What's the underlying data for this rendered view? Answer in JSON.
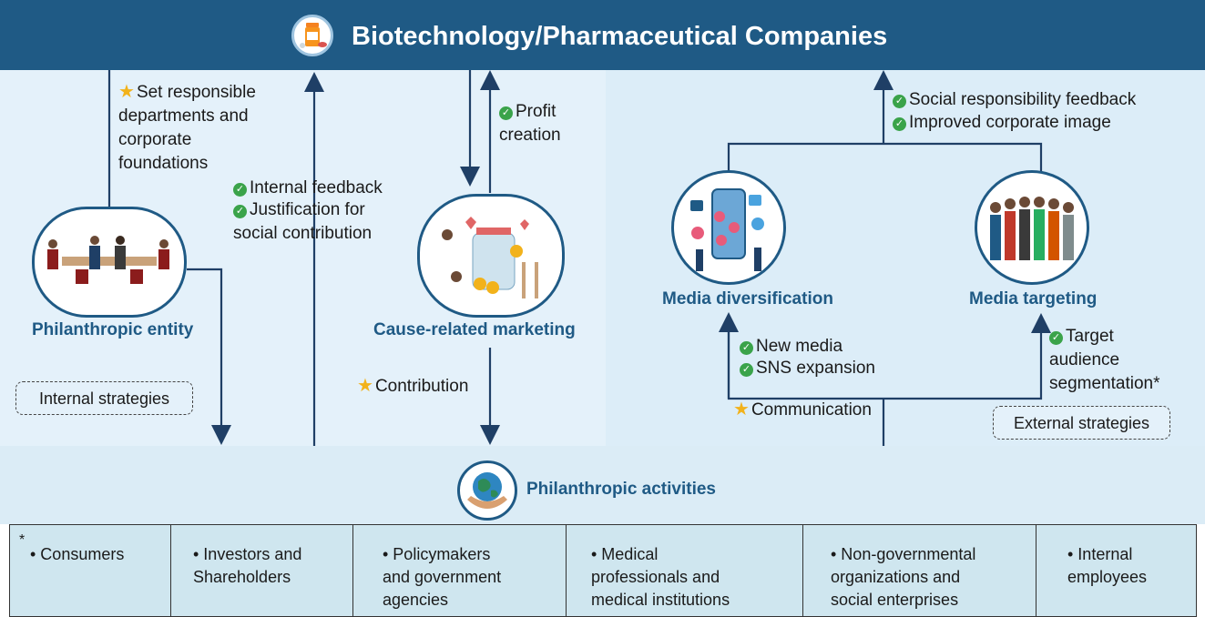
{
  "header": {
    "title": "Biotechnology/Pharmaceutical Companies"
  },
  "left": {
    "set_text": "Set responsible\ndepartments and\ncorporate\nfoundations",
    "internal_feedback": "Internal feedback",
    "justification": "Justification for\nsocial contribution",
    "profit": "Profit\ncreation",
    "philanthropic_entity": "Philanthropic entity",
    "cause_marketing": "Cause-related marketing",
    "contribution": "Contribution",
    "internal_strategies": "Internal strategies"
  },
  "right": {
    "social_feedback": "Social responsibility feedback",
    "corporate_image": "Improved corporate image",
    "media_diversification": "Media diversification",
    "media_targeting": "Media targeting",
    "new_media": "New media",
    "sns": "SNS expansion",
    "target_audience": "Target\naudience\nsegmentation*",
    "communication": "Communication",
    "external_strategies": "External strategies"
  },
  "activities": {
    "title": "Philanthropic activities"
  },
  "stakeholders": {
    "asterisk": "*",
    "items": [
      "• Consumers",
      "• Investors and\nShareholders",
      "• Policymakers\nand government\nagencies",
      "• Medical\nprofessionals and\nmedical institutions",
      "• Non-governmental\norganizations and\nsocial enterprises",
      "• Internal\nemployees"
    ]
  },
  "colors": {
    "navy": "#1f5a85",
    "check": "#3aa34a",
    "star": "#f2b21b"
  },
  "icons": [
    "pill-bottle-icon",
    "check-icon",
    "star-icon",
    "globe-hands-icon"
  ]
}
